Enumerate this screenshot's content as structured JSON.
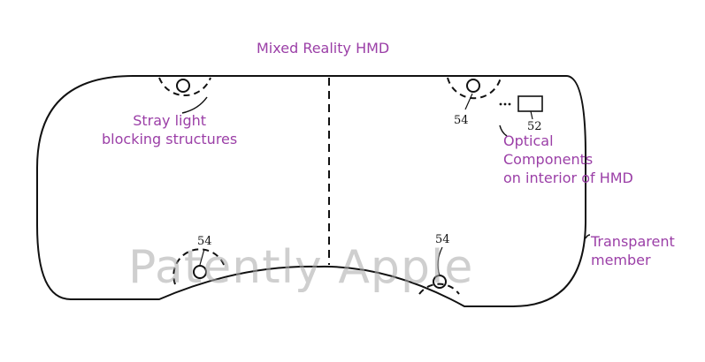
{
  "title": "Mixed Reality HMD",
  "labels": {
    "stray_light": [
      "Stray light",
      "blocking structures"
    ],
    "optical": [
      "Optical",
      "Components",
      "on interior of HMD"
    ],
    "transparent": [
      "Transparent",
      "member"
    ]
  },
  "reference_numbers": {
    "top_right_structure": "54",
    "component": "52",
    "bottom_left_structure": "54",
    "bottom_right_structure": "54"
  },
  "watermark": "Patently Apple",
  "colors": {
    "label": "#9b3fa7",
    "outline": "#111111",
    "watermark": "#a9a9a9"
  }
}
